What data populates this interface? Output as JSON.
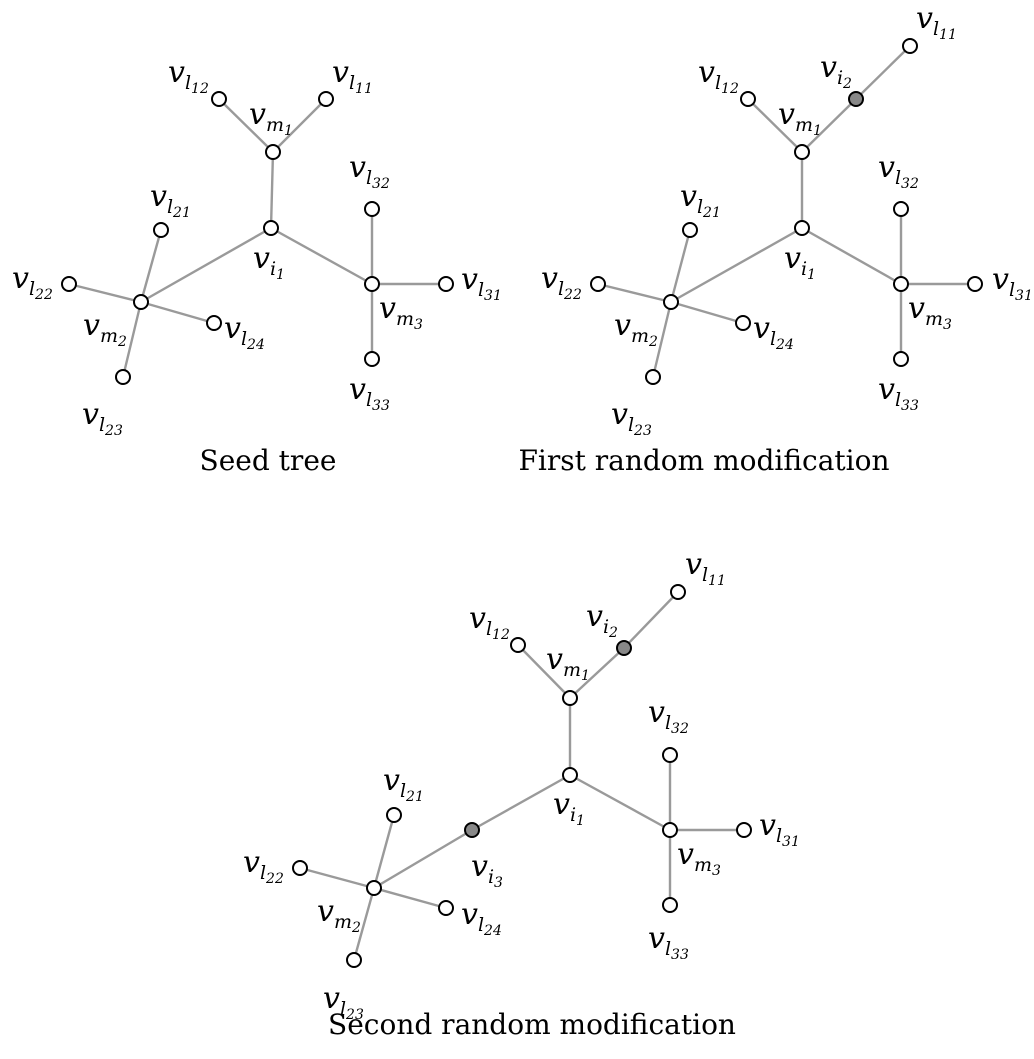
{
  "colors": {
    "edge": "#9a9a9a",
    "node_fill": "#ffffff",
    "inserted_node_fill": "#888888",
    "node_stroke": "#000000"
  },
  "panels": [
    {
      "caption": "Seed tree",
      "nodes": [
        {
          "id": "i1",
          "base": "v",
          "sub": "i",
          "subsub": "1",
          "inserted": false
        },
        {
          "id": "m1",
          "base": "v",
          "sub": "m",
          "subsub": "1",
          "inserted": false
        },
        {
          "id": "m2",
          "base": "v",
          "sub": "m",
          "subsub": "2",
          "inserted": false
        },
        {
          "id": "m3",
          "base": "v",
          "sub": "m",
          "subsub": "3",
          "inserted": false
        },
        {
          "id": "l11",
          "base": "v",
          "sub": "l",
          "subsub": "11",
          "inserted": false
        },
        {
          "id": "l12",
          "base": "v",
          "sub": "l",
          "subsub": "12",
          "inserted": false
        },
        {
          "id": "l21",
          "base": "v",
          "sub": "l",
          "subsub": "21",
          "inserted": false
        },
        {
          "id": "l22",
          "base": "v",
          "sub": "l",
          "subsub": "22",
          "inserted": false
        },
        {
          "id": "l23",
          "base": "v",
          "sub": "l",
          "subsub": "23",
          "inserted": false
        },
        {
          "id": "l24",
          "base": "v",
          "sub": "l",
          "subsub": "24",
          "inserted": false
        },
        {
          "id": "l31",
          "base": "v",
          "sub": "l",
          "subsub": "31",
          "inserted": false
        },
        {
          "id": "l32",
          "base": "v",
          "sub": "l",
          "subsub": "32",
          "inserted": false
        },
        {
          "id": "l33",
          "base": "v",
          "sub": "l",
          "subsub": "33",
          "inserted": false
        }
      ],
      "edges": [
        [
          "i1",
          "m1"
        ],
        [
          "i1",
          "m2"
        ],
        [
          "i1",
          "m3"
        ],
        [
          "m1",
          "l11"
        ],
        [
          "m1",
          "l12"
        ],
        [
          "m2",
          "l21"
        ],
        [
          "m2",
          "l22"
        ],
        [
          "m2",
          "l23"
        ],
        [
          "m2",
          "l24"
        ],
        [
          "m3",
          "l31"
        ],
        [
          "m3",
          "l32"
        ],
        [
          "m3",
          "l33"
        ]
      ]
    },
    {
      "caption": "First random modification",
      "nodes": [
        {
          "id": "i1",
          "base": "v",
          "sub": "i",
          "subsub": "1",
          "inserted": false
        },
        {
          "id": "i2",
          "base": "v",
          "sub": "i",
          "subsub": "2",
          "inserted": true
        },
        {
          "id": "m1",
          "base": "v",
          "sub": "m",
          "subsub": "1",
          "inserted": false
        },
        {
          "id": "m2",
          "base": "v",
          "sub": "m",
          "subsub": "2",
          "inserted": false
        },
        {
          "id": "m3",
          "base": "v",
          "sub": "m",
          "subsub": "3",
          "inserted": false
        },
        {
          "id": "l11",
          "base": "v",
          "sub": "l",
          "subsub": "11",
          "inserted": false
        },
        {
          "id": "l12",
          "base": "v",
          "sub": "l",
          "subsub": "12",
          "inserted": false
        },
        {
          "id": "l21",
          "base": "v",
          "sub": "l",
          "subsub": "21",
          "inserted": false
        },
        {
          "id": "l22",
          "base": "v",
          "sub": "l",
          "subsub": "22",
          "inserted": false
        },
        {
          "id": "l23",
          "base": "v",
          "sub": "l",
          "subsub": "23",
          "inserted": false
        },
        {
          "id": "l24",
          "base": "v",
          "sub": "l",
          "subsub": "24",
          "inserted": false
        },
        {
          "id": "l31",
          "base": "v",
          "sub": "l",
          "subsub": "31",
          "inserted": false
        },
        {
          "id": "l32",
          "base": "v",
          "sub": "l",
          "subsub": "32",
          "inserted": false
        },
        {
          "id": "l33",
          "base": "v",
          "sub": "l",
          "subsub": "33",
          "inserted": false
        }
      ],
      "edges": [
        [
          "i1",
          "m1"
        ],
        [
          "i1",
          "m2"
        ],
        [
          "i1",
          "m3"
        ],
        [
          "m1",
          "i2"
        ],
        [
          "i2",
          "l11"
        ],
        [
          "m1",
          "l12"
        ],
        [
          "m2",
          "l21"
        ],
        [
          "m2",
          "l22"
        ],
        [
          "m2",
          "l23"
        ],
        [
          "m2",
          "l24"
        ],
        [
          "m3",
          "l31"
        ],
        [
          "m3",
          "l32"
        ],
        [
          "m3",
          "l33"
        ]
      ]
    },
    {
      "caption": "Second random modification",
      "nodes": [
        {
          "id": "i1",
          "base": "v",
          "sub": "i",
          "subsub": "1",
          "inserted": false
        },
        {
          "id": "i2",
          "base": "v",
          "sub": "i",
          "subsub": "2",
          "inserted": true
        },
        {
          "id": "i3",
          "base": "v",
          "sub": "i",
          "subsub": "3",
          "inserted": true
        },
        {
          "id": "m1",
          "base": "v",
          "sub": "m",
          "subsub": "1",
          "inserted": false
        },
        {
          "id": "m2",
          "base": "v",
          "sub": "m",
          "subsub": "2",
          "inserted": false
        },
        {
          "id": "m3",
          "base": "v",
          "sub": "m",
          "subsub": "3",
          "inserted": false
        },
        {
          "id": "l11",
          "base": "v",
          "sub": "l",
          "subsub": "11",
          "inserted": false
        },
        {
          "id": "l12",
          "base": "v",
          "sub": "l",
          "subsub": "12",
          "inserted": false
        },
        {
          "id": "l21",
          "base": "v",
          "sub": "l",
          "subsub": "21",
          "inserted": false
        },
        {
          "id": "l22",
          "base": "v",
          "sub": "l",
          "subsub": "22",
          "inserted": false
        },
        {
          "id": "l23",
          "base": "v",
          "sub": "l",
          "subsub": "23",
          "inserted": false
        },
        {
          "id": "l24",
          "base": "v",
          "sub": "l",
          "subsub": "24",
          "inserted": false
        },
        {
          "id": "l31",
          "base": "v",
          "sub": "l",
          "subsub": "31",
          "inserted": false
        },
        {
          "id": "l32",
          "base": "v",
          "sub": "l",
          "subsub": "32",
          "inserted": false
        },
        {
          "id": "l33",
          "base": "v",
          "sub": "l",
          "subsub": "33",
          "inserted": false
        }
      ],
      "edges": [
        [
          "i1",
          "m1"
        ],
        [
          "i1",
          "i3"
        ],
        [
          "i3",
          "m2"
        ],
        [
          "i1",
          "m3"
        ],
        [
          "m1",
          "i2"
        ],
        [
          "i2",
          "l11"
        ],
        [
          "m1",
          "l12"
        ],
        [
          "m2",
          "l21"
        ],
        [
          "m2",
          "l22"
        ],
        [
          "m2",
          "l23"
        ],
        [
          "m2",
          "l24"
        ],
        [
          "m3",
          "l31"
        ],
        [
          "m3",
          "l32"
        ],
        [
          "m3",
          "l33"
        ]
      ]
    }
  ]
}
